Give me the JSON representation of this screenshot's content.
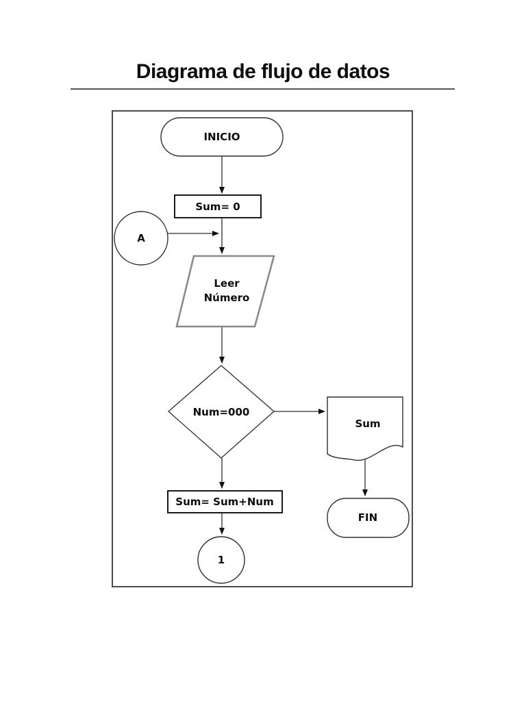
{
  "page": {
    "title": "Diagrama de flujo de datos"
  },
  "flowchart": {
    "colors": {
      "frame": "#4a4a4a",
      "stroke": "#2e2e2e",
      "parallelogram_stroke": "#8a8a8a",
      "text": "#0d0d0d",
      "background": "#ffffff"
    },
    "nodes": {
      "start": {
        "type": "terminator",
        "label": "INICIO"
      },
      "init_sum": {
        "type": "process",
        "label": "Sum= 0"
      },
      "connector_a": {
        "type": "connector",
        "label": "A"
      },
      "read_number": {
        "type": "input",
        "line1": "Leer",
        "line2": "Número"
      },
      "decision": {
        "type": "decision",
        "label": "Num=000"
      },
      "print_sum": {
        "type": "document",
        "label": "Sum"
      },
      "end": {
        "type": "terminator",
        "label": "FIN"
      },
      "accumulate": {
        "type": "process",
        "label": "Sum= Sum+Num"
      },
      "connector_1": {
        "type": "connector",
        "label": "1"
      }
    },
    "edges": [
      "start->init_sum",
      "connector_a->flow",
      "init_sum->read_number",
      "read_number->decision",
      "decision->print_sum",
      "print_sum->end",
      "decision->accumulate",
      "accumulate->connector_1"
    ]
  }
}
